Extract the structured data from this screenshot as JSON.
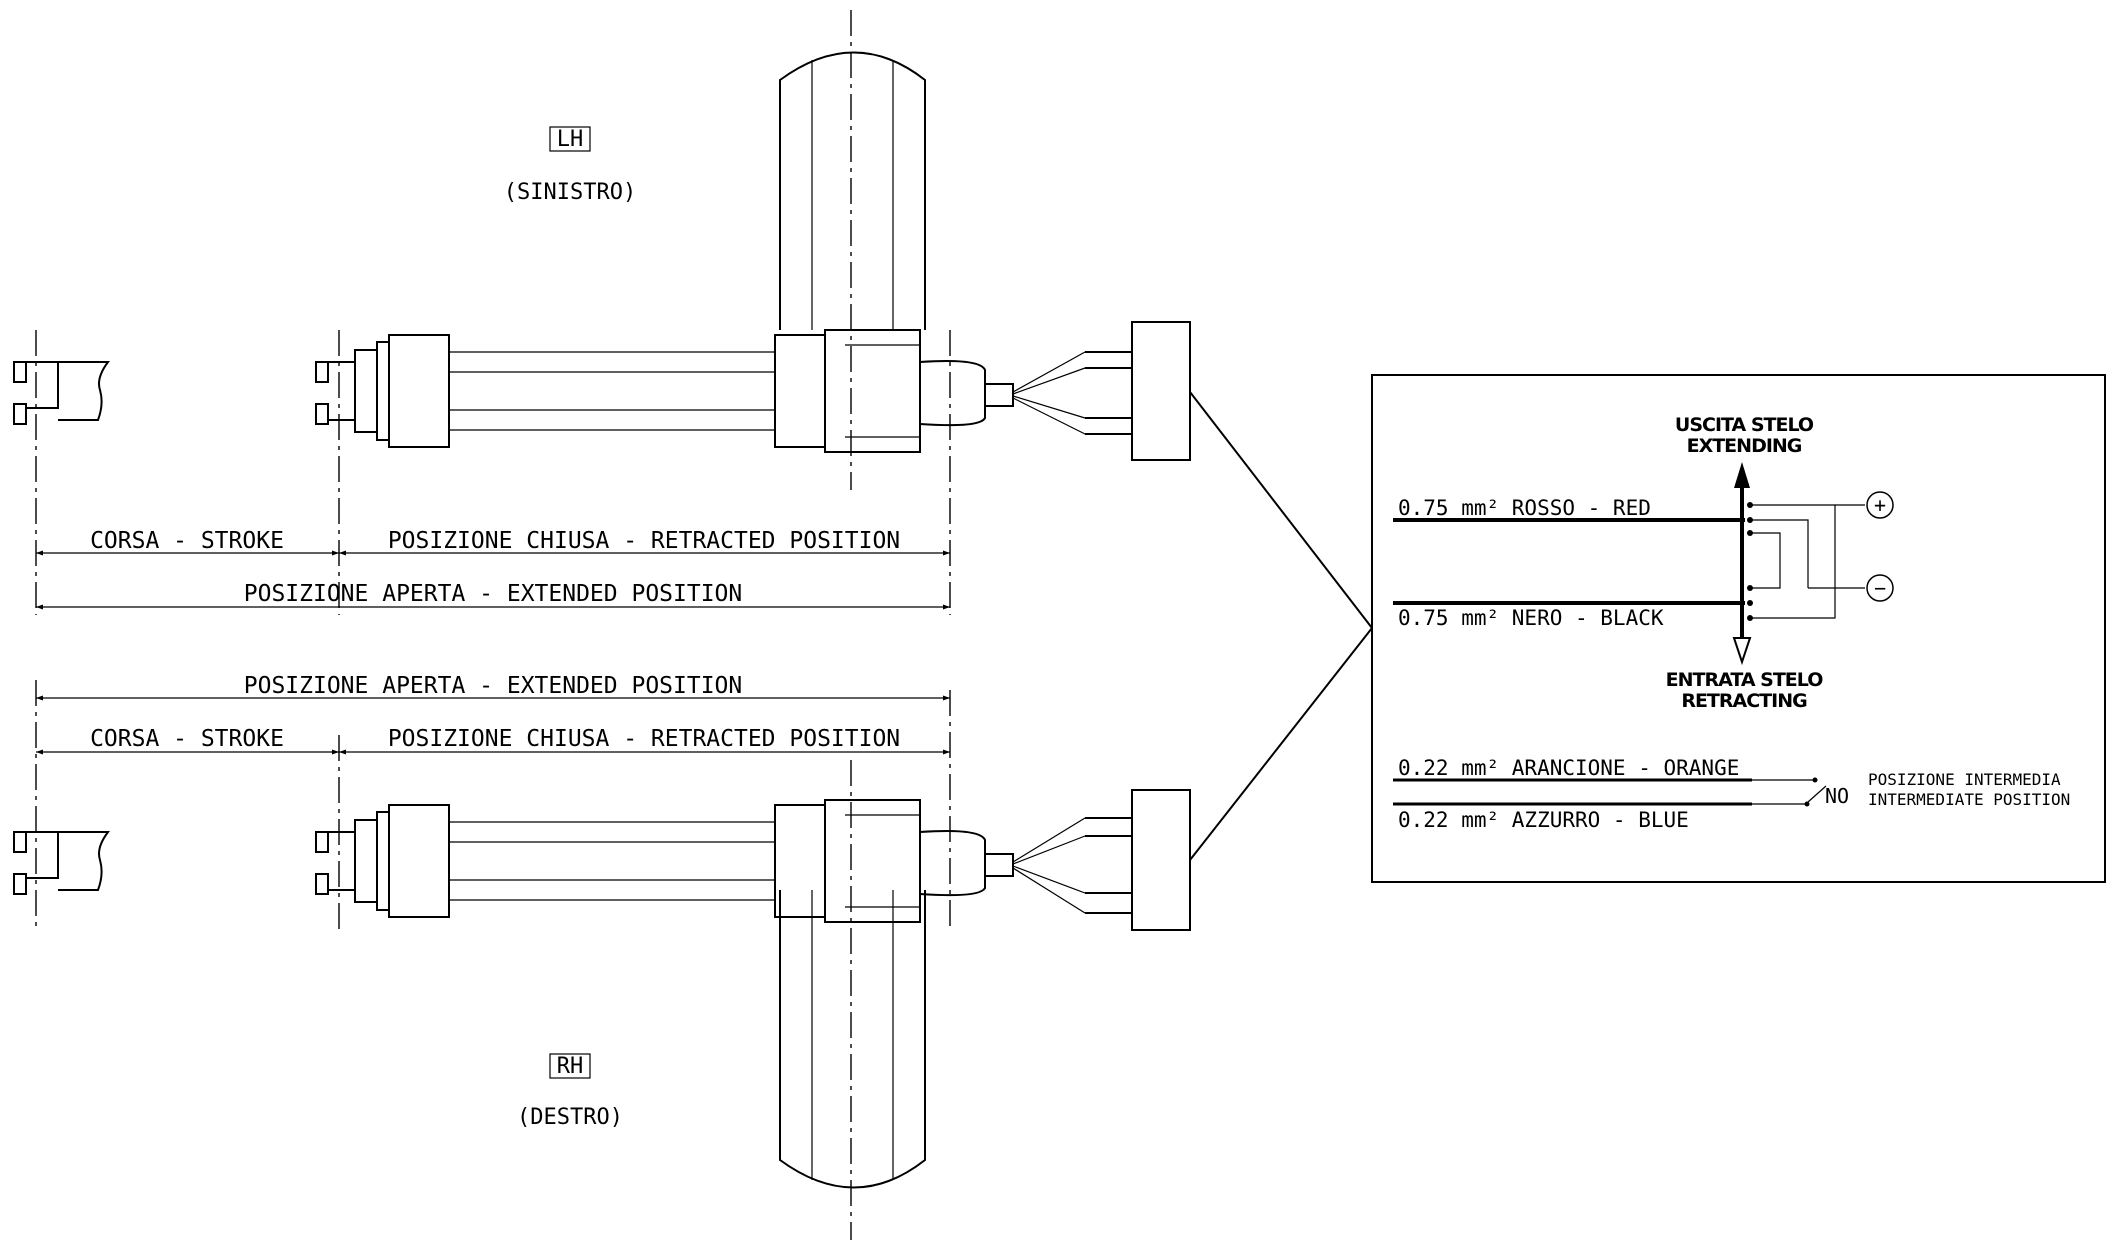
{
  "lh": {
    "code": "LH",
    "desc": "(SINISTRO)"
  },
  "rh": {
    "code": "RH",
    "desc": "(DESTRO)"
  },
  "dims": {
    "stroke": "CORSA - STROKE",
    "retracted": "POSIZIONE CHIUSA - RETRACTED POSITION",
    "extended": "POSIZIONE APERTA - EXTENDED POSITION"
  },
  "wiring": {
    "extending_1": "USCITA STELO",
    "extending_2": "EXTENDING",
    "retracting_1": "ENTRATA STELO",
    "retracting_2": "RETRACTING",
    "wire_red": "0.75 mm² ROSSO - RED",
    "wire_black": "0.75 mm² NERO - BLACK",
    "wire_orange": "0.22 mm² ARANCIONE - ORANGE",
    "wire_blue": "0.22 mm² AZZURRO - BLUE",
    "plus": "+",
    "minus": "−",
    "no": "NO",
    "intermediate_1": "POSIZIONE INTERMEDIA",
    "intermediate_2": "INTERMEDIATE POSITION"
  }
}
